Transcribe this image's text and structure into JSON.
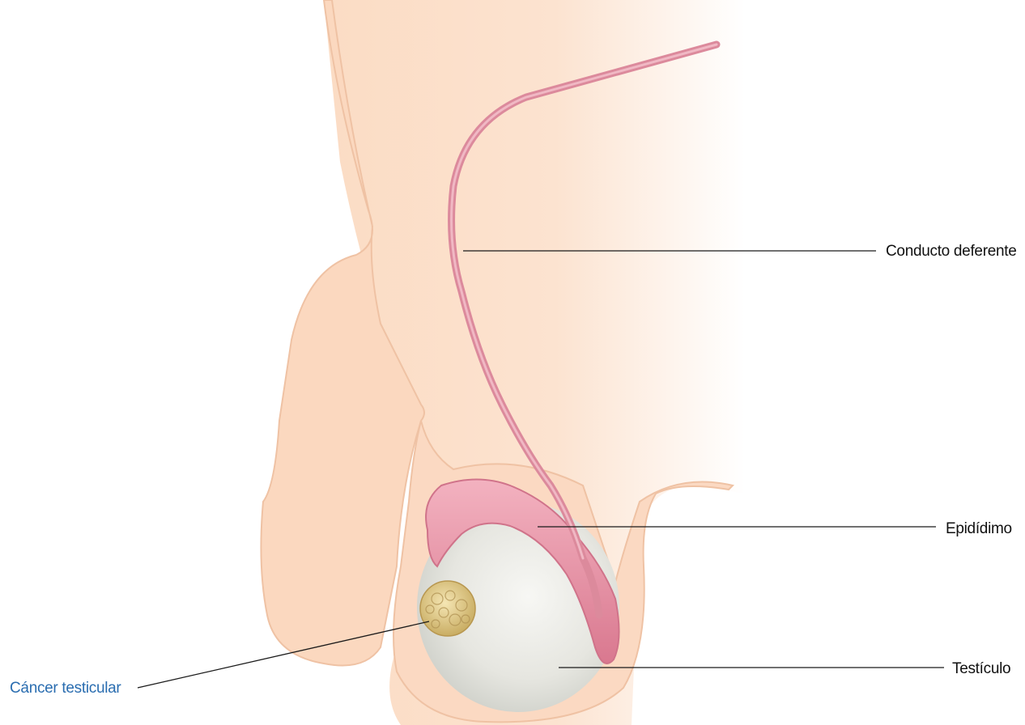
{
  "labels": {
    "vas_deferens": "Conducto deferente",
    "epididymis": "Epidídimo",
    "testicle": "Testículo",
    "testicular_cancer": "Cáncer testicular"
  },
  "colors": {
    "skin": "#fbdcc4",
    "skin_outline": "#efc2a4",
    "vas_pink": "#dc8a9c",
    "epididymis_pink": "#e88fa3",
    "testis_white": "#e9e9e4",
    "tumor_yellow": "#e7d08e",
    "leader_line": "#1a1a1a",
    "cancer_label": "#2a6db0",
    "label_text": "#111111"
  }
}
